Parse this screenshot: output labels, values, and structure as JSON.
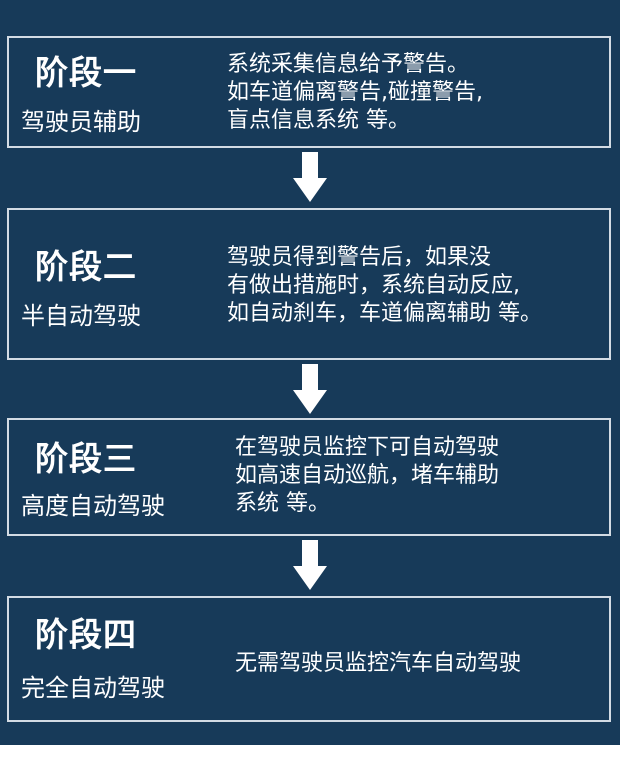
{
  "stages": [
    {
      "title": "阶段一",
      "subtitle": "驾驶员辅助",
      "description": [
        "系统采集信息给予警告。",
        "如车道偏离警告,碰撞警告,",
        "盲点信息系统 等。"
      ]
    },
    {
      "title": "阶段二",
      "subtitle": "半自动驾驶",
      "description": [
        "驾驶员得到警告后，如果没",
        "有做出措施时，系统自动反应,",
        "如自动刹车，车道偏离辅助 等。"
      ]
    },
    {
      "title": "阶段三",
      "subtitle": "高度自动驾驶",
      "description": [
        "在驾驶员监控下可自动驾驶",
        "如高速自动巡航，堵车辅助",
        "系统 等。"
      ]
    },
    {
      "title": "阶段四",
      "subtitle": "完全自动驾驶",
      "description": [
        "无需驾驶员监控汽车自动驾驶"
      ]
    }
  ],
  "colors": {
    "background": "#173a59",
    "border": "#d3dbe4",
    "text": "#ffffff",
    "arrow": "#ffffff"
  },
  "icons": [
    "down-arrow-icon",
    "down-arrow-icon",
    "down-arrow-icon"
  ]
}
